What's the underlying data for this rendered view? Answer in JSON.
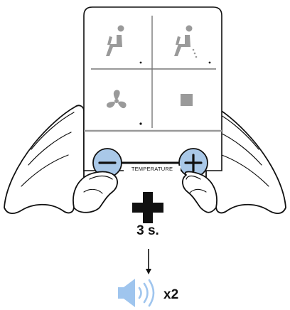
{
  "controls": {
    "temperature_label": "TEMPERATURE",
    "minus_button": "−",
    "plus_button": "+"
  },
  "instruction": {
    "plus_symbol": "+",
    "duration": "3 s.",
    "repeat": "x2"
  },
  "icons": {
    "tile_1": "seat-occupant-icon",
    "tile_2": "seat-occupant-dotted-icon",
    "tile_3": "fan-icon",
    "tile_4": "stop-square-icon",
    "speaker": "speaker-beep-icon"
  },
  "colors": {
    "button_fill": "#a9c8e8",
    "speaker_fill": "#9fc5ee",
    "icon_gray": "#9a9a9a",
    "ink": "#111111"
  }
}
